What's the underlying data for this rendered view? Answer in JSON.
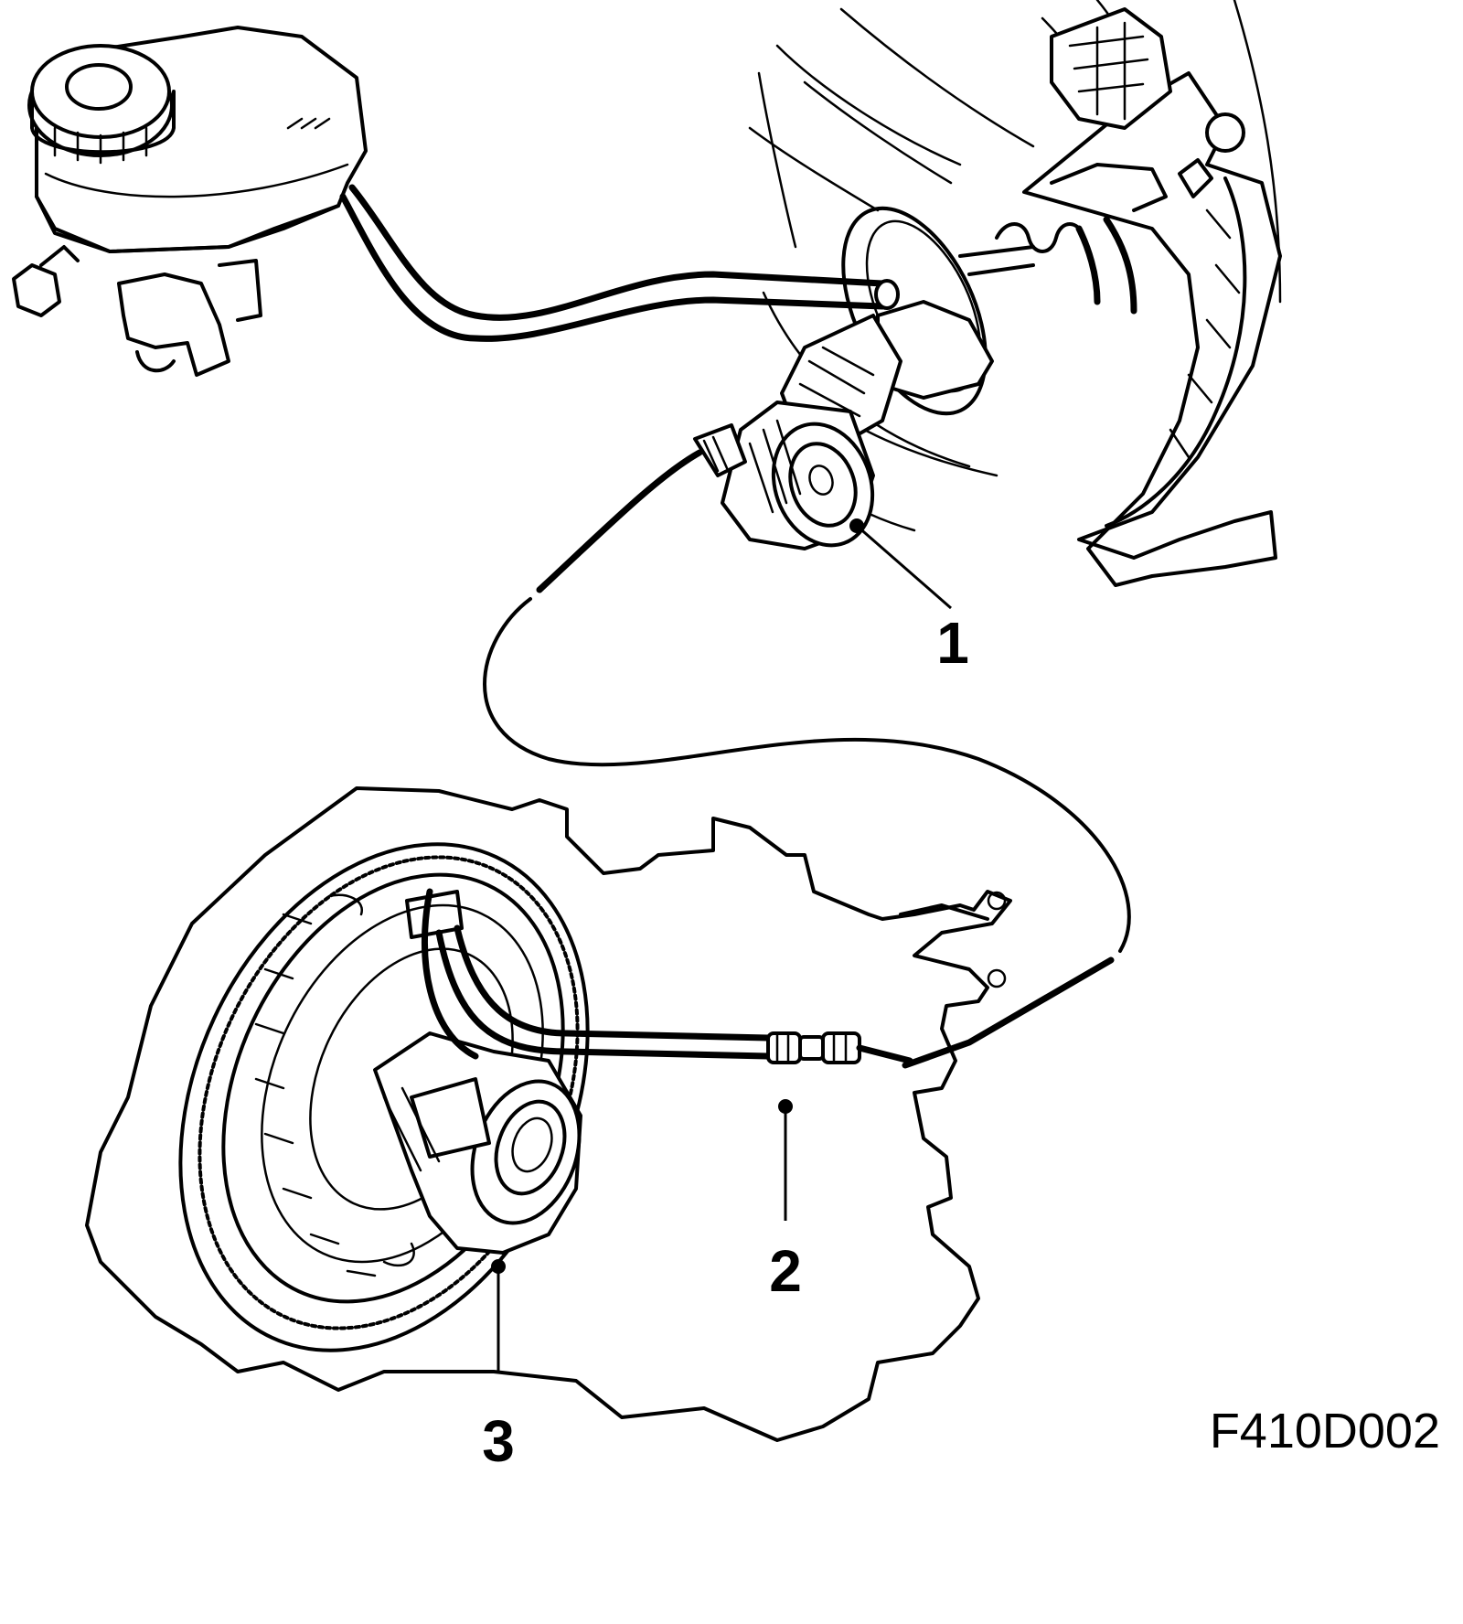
{
  "figure": {
    "code": "F410D002"
  },
  "callouts": [
    {
      "id": "1",
      "label": "1"
    },
    {
      "id": "2",
      "label": "2"
    },
    {
      "id": "3",
      "label": "3"
    }
  ],
  "colors": {
    "line": "#000000",
    "background": "#ffffff"
  }
}
